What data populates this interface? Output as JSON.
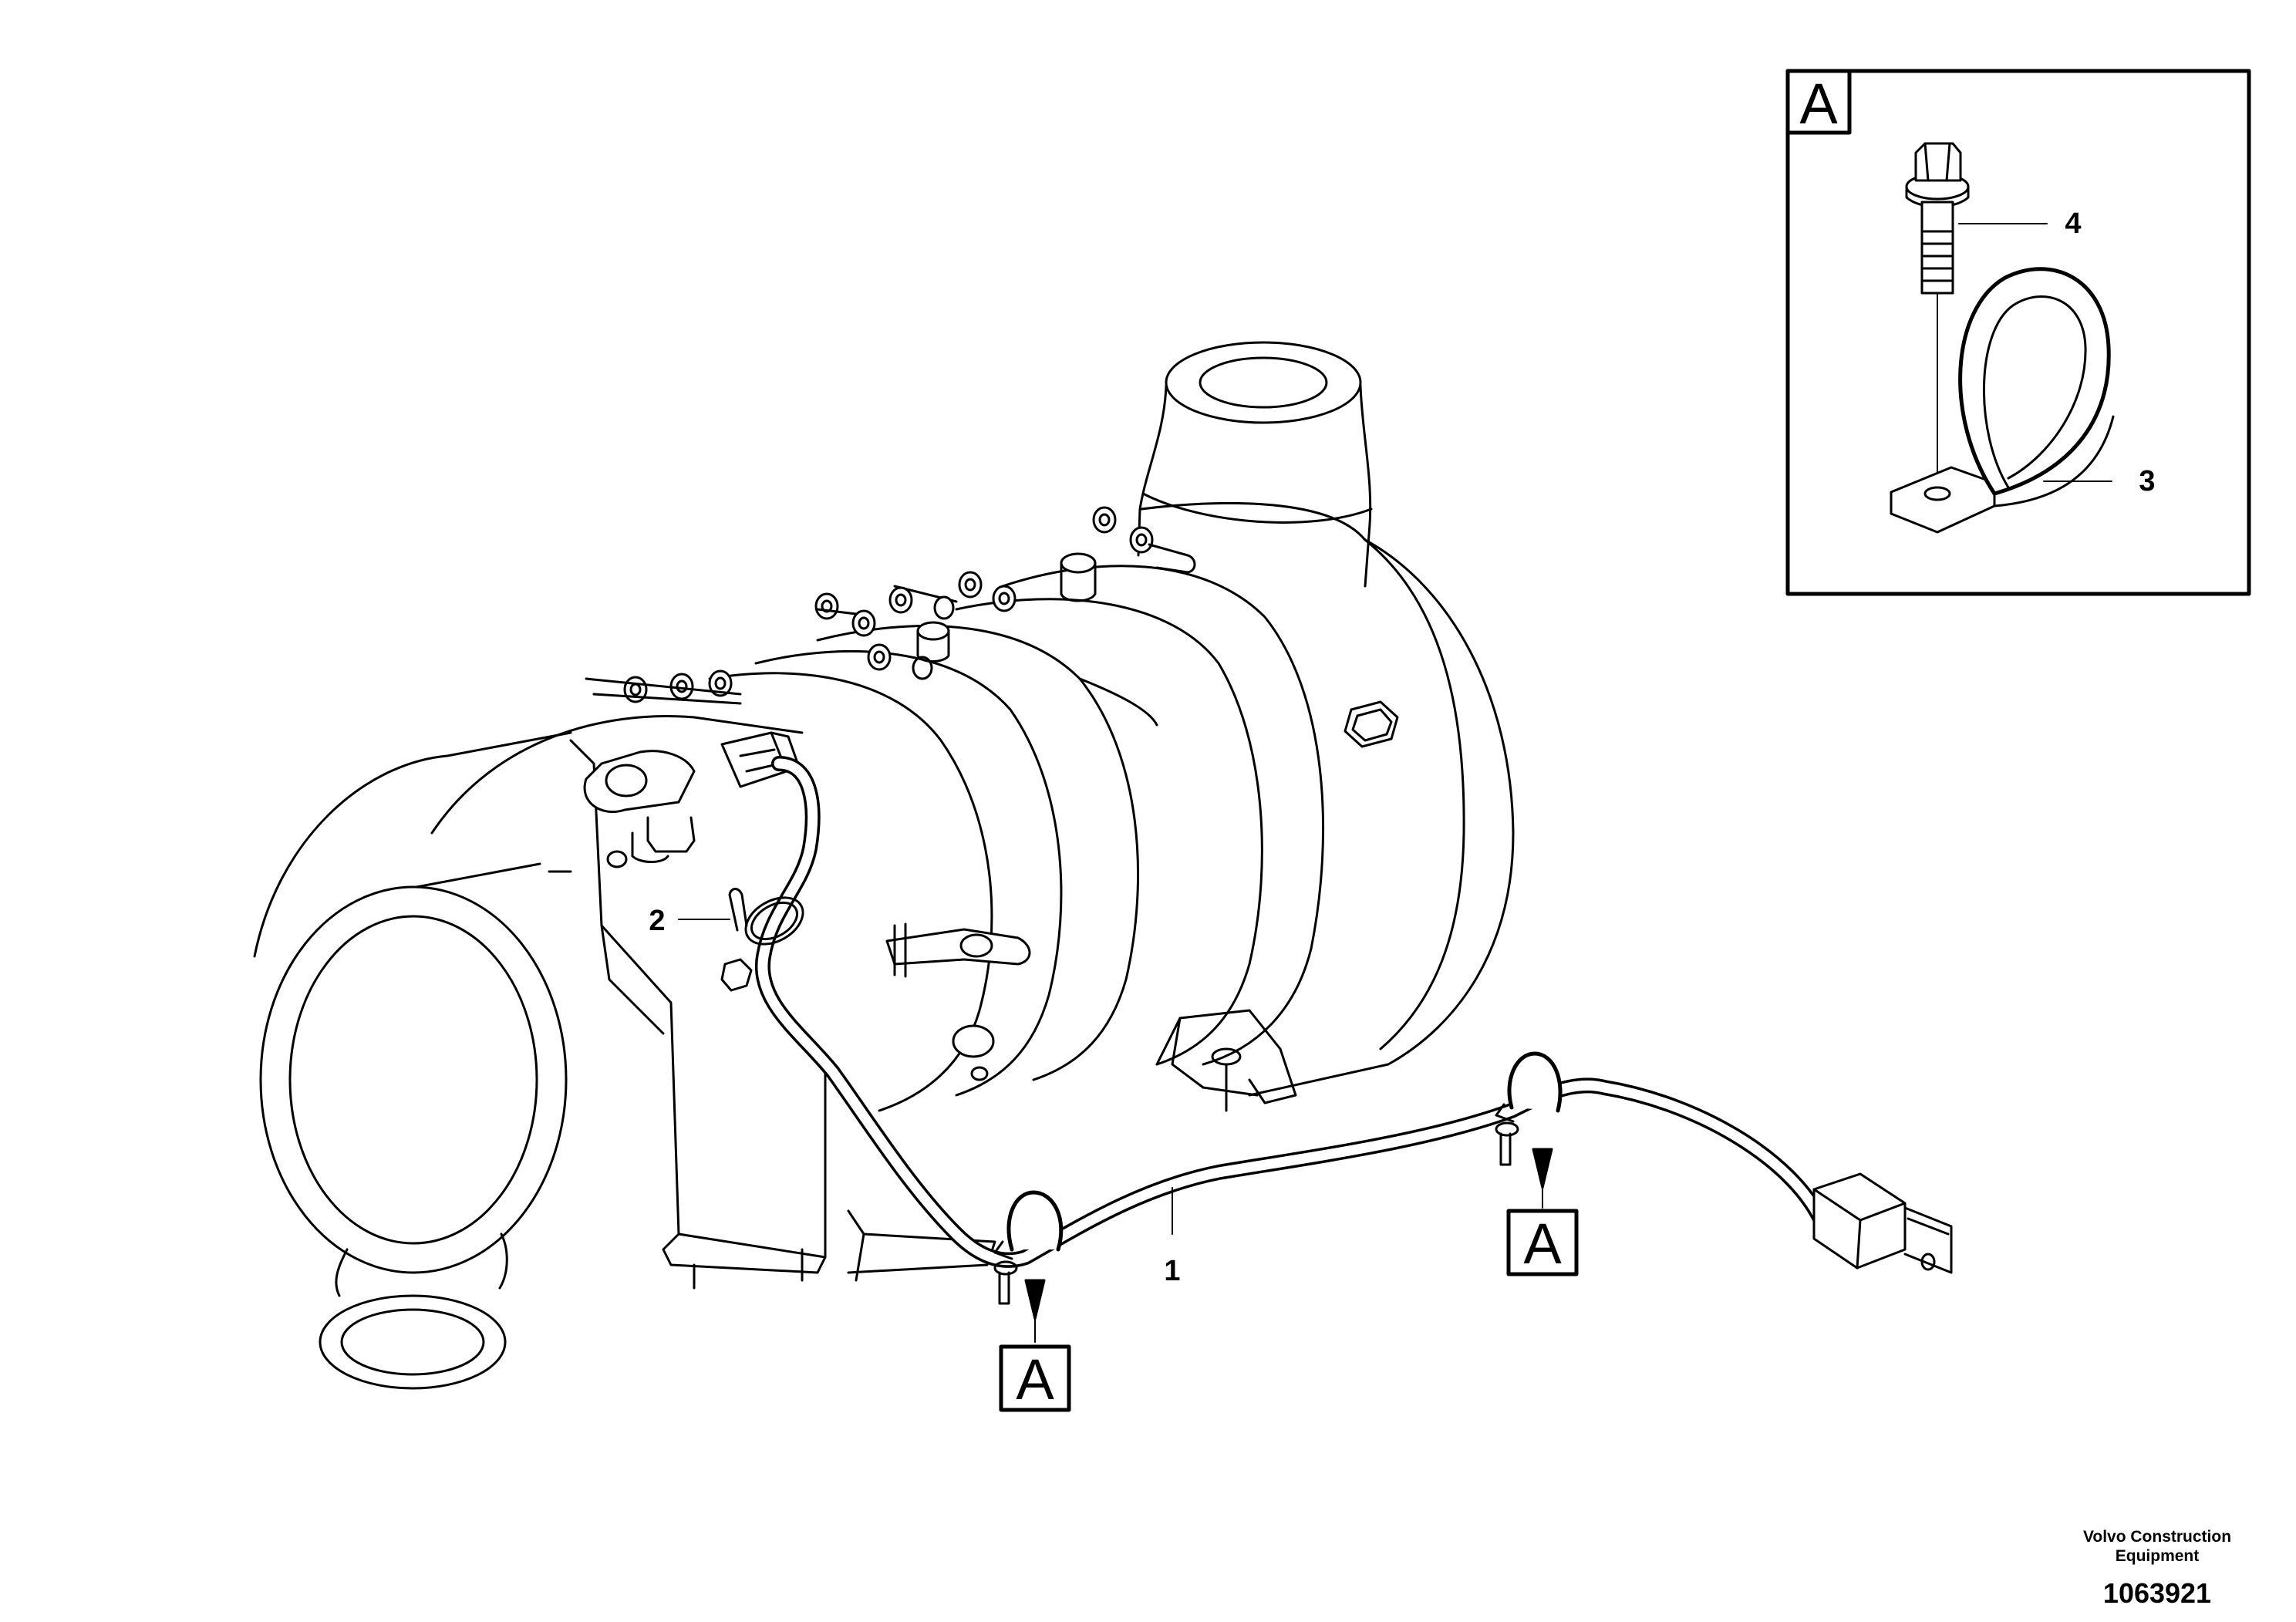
{
  "callouts": [
    {
      "id": "1",
      "label": "1"
    },
    {
      "id": "2",
      "label": "2"
    },
    {
      "id": "3",
      "label": "3"
    },
    {
      "id": "4",
      "label": "4"
    }
  ],
  "detail_view": {
    "letter": "A"
  },
  "view_markers": [
    {
      "label": "A"
    },
    {
      "label": "A"
    }
  ],
  "footer": {
    "company": "Volvo Construction Equipment",
    "document_number": "1063921"
  }
}
